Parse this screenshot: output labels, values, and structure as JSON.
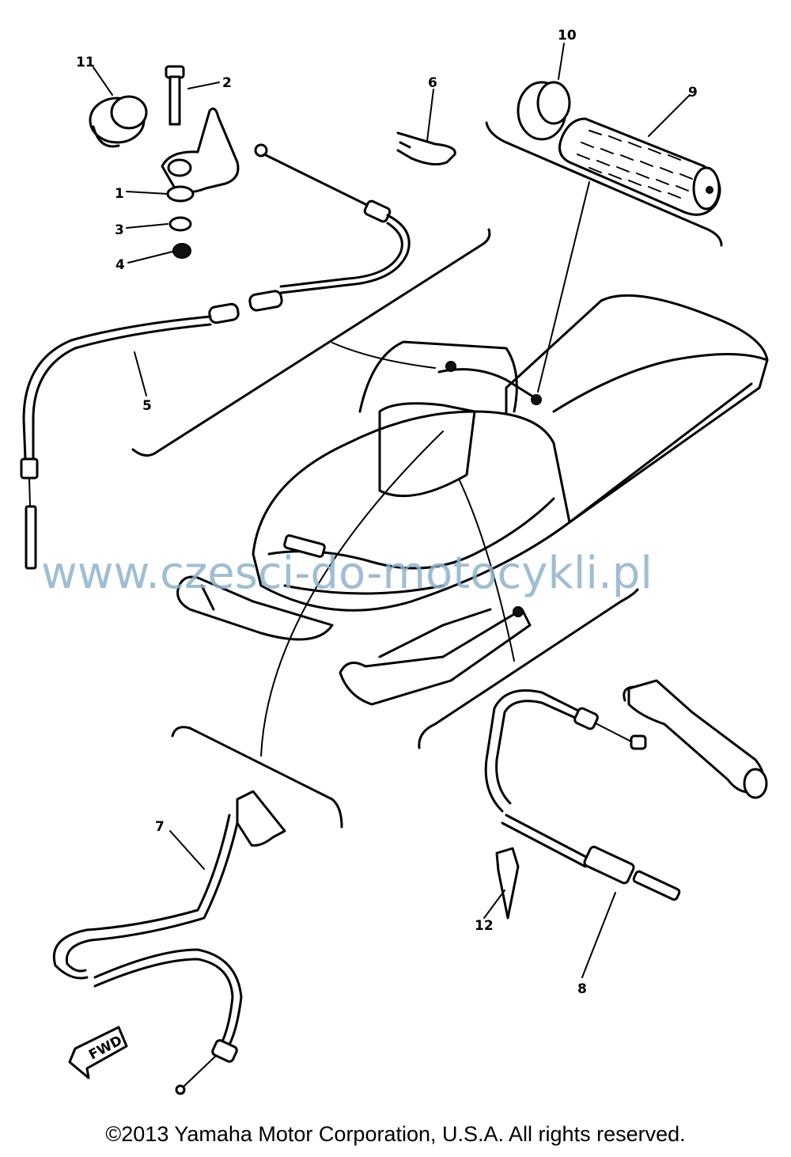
{
  "diagram": {
    "callouts": [
      {
        "id": "1",
        "label": "1"
      },
      {
        "id": "2",
        "label": "2"
      },
      {
        "id": "3",
        "label": "3"
      },
      {
        "id": "4",
        "label": "4"
      },
      {
        "id": "5",
        "label": "5"
      },
      {
        "id": "6",
        "label": "6"
      },
      {
        "id": "7",
        "label": "7"
      },
      {
        "id": "8",
        "label": "8"
      },
      {
        "id": "9",
        "label": "9"
      },
      {
        "id": "10",
        "label": "10"
      },
      {
        "id": "11",
        "label": "11"
      },
      {
        "id": "12",
        "label": "12"
      }
    ],
    "direction_arrow_label": "FWD"
  },
  "watermark": "www.czesci-do-motocykli.pl",
  "copyright": "©2013 Yamaha Motor Corporation, U.S.A. All rights reserved."
}
